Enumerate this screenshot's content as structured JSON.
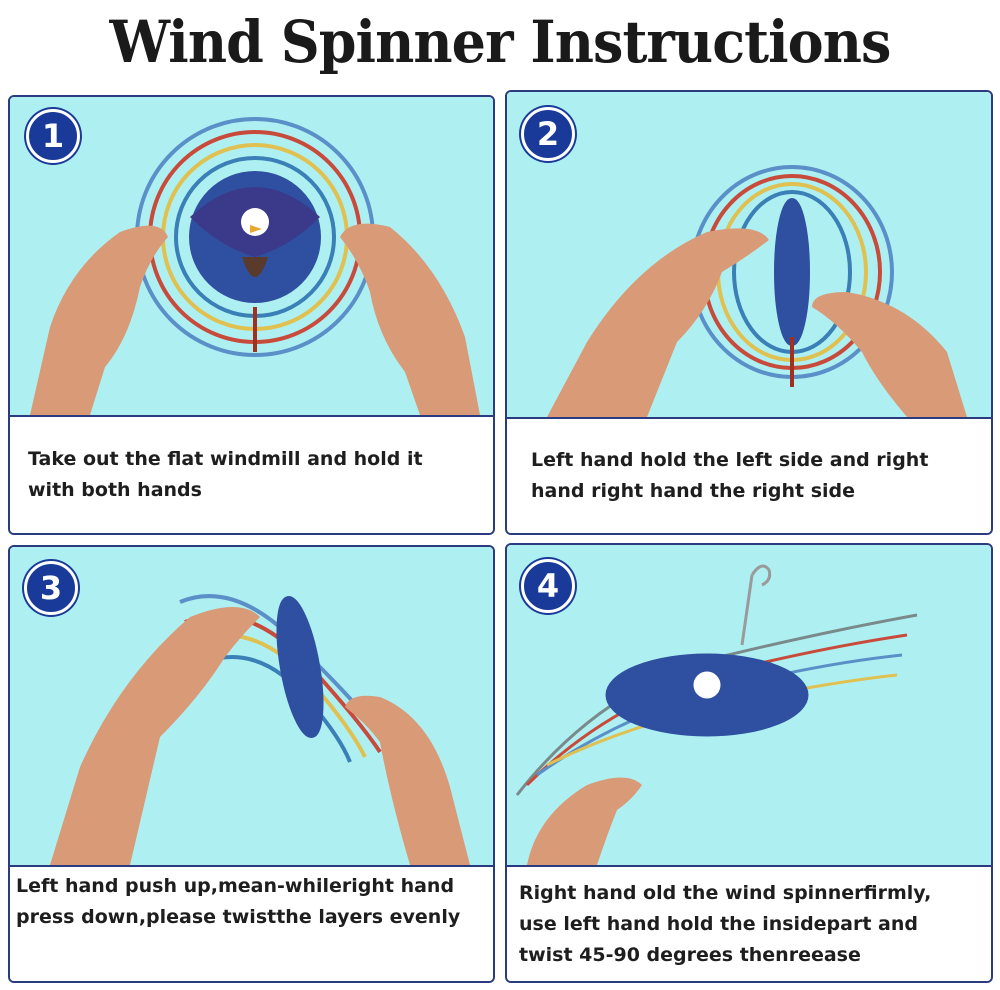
{
  "title": "Wind Spinner Instructions",
  "steps": [
    {
      "number": "1",
      "caption": "Take out the flat windmill and hold it with both hands"
    },
    {
      "number": "2",
      "caption": "Left hand hold the left side and right hand right hand the right side"
    },
    {
      "number": "3",
      "caption": "Left hand push up,mean-whileright hand press down,please twistthe layers evenly"
    },
    {
      "number": "4",
      "caption": "Right hand old the wind spinnerfirmly, use left hand hold the insidepart and twist 45-90 degrees thenreease"
    }
  ],
  "colors": {
    "photo_background": "#aef0f2",
    "badge": "#1a3a9a",
    "panel_border": "#2b3b80"
  }
}
